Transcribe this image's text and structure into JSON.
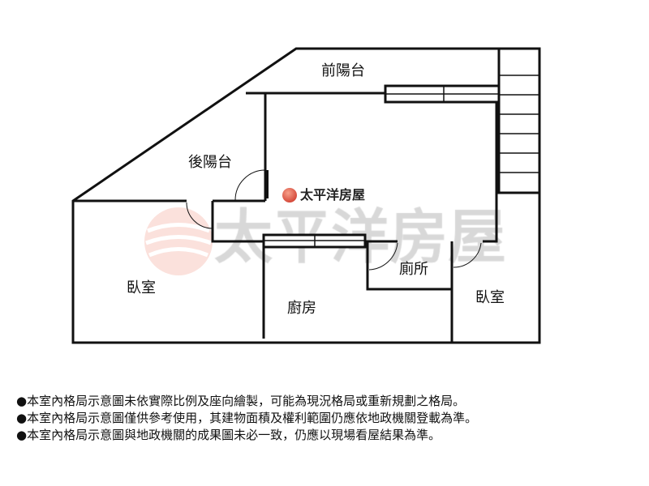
{
  "rooms": {
    "front_balcony": "前陽台",
    "back_balcony": "後陽台",
    "bedroom_left": "臥室",
    "kitchen": "廚房",
    "bathroom": "廁所",
    "bedroom_right": "臥室"
  },
  "brand": {
    "name": "太平洋房屋",
    "watermark": "太平洋房屋",
    "color": "#c8281c"
  },
  "notes": [
    "●本室內格局示意圖未依實際比例及座向繪製，可能為現況格局或重新規劃之格局。",
    "●本室內格局示意圖僅供參考使用，其建物面積及權利範圍仍應依地政機關登載為準。",
    "●本室內格局示意圖與地政機關的成果圖未必一致，仍應以現場看屋結果為準。"
  ]
}
